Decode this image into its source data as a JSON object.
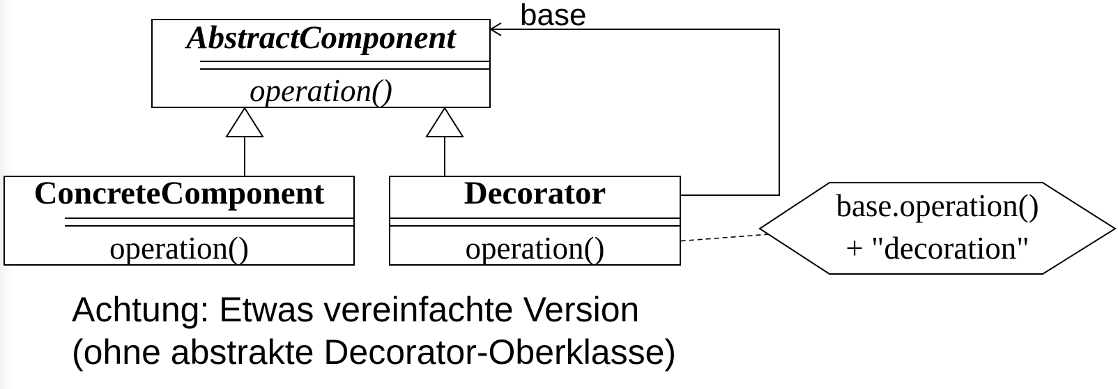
{
  "classes": {
    "abstract_component": {
      "name": "AbstractComponent",
      "operation": "operation()"
    },
    "concrete_component": {
      "name": "ConcreteComponent",
      "operation": "operation()"
    },
    "decorator": {
      "name": "Decorator",
      "operation": "operation()"
    }
  },
  "association": {
    "label": "base"
  },
  "note": {
    "line1": "base.operation()",
    "line2": "+ \"decoration\""
  },
  "caption": {
    "line1": "Achtung: Etwas vereinfachte Version",
    "line2": "(ohne abstrakte Decorator-Oberklasse)"
  }
}
